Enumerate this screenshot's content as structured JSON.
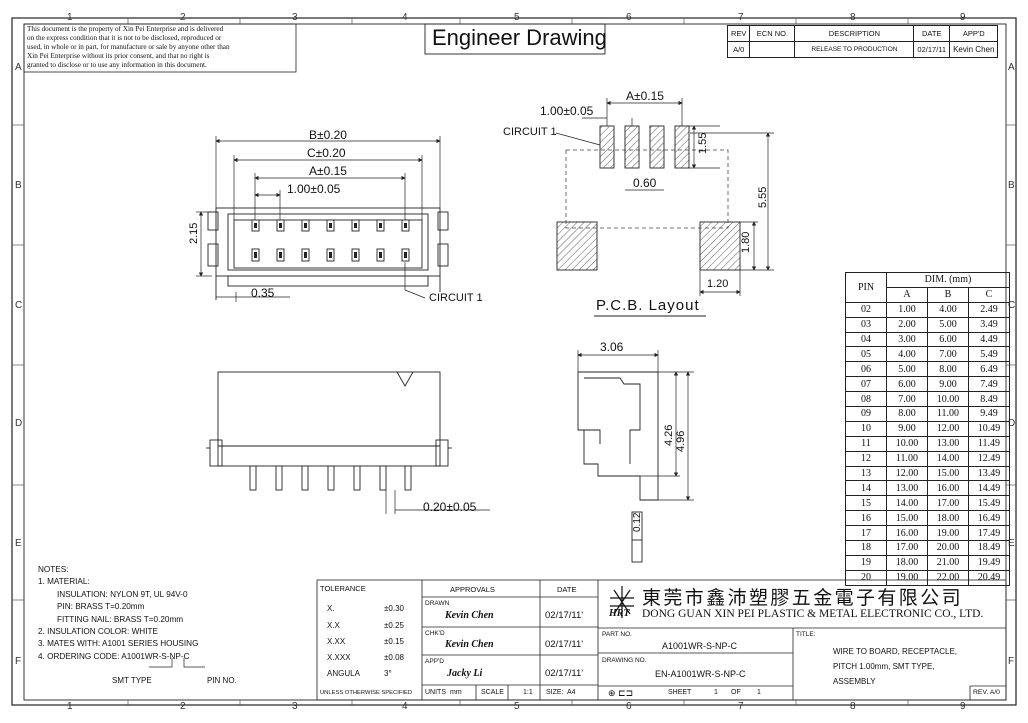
{
  "border": {
    "top_numbers": [
      "1",
      "2",
      "3",
      "4",
      "5",
      "6",
      "7",
      "8",
      "9"
    ],
    "bottom_numbers": [
      "1",
      "2",
      "3",
      "4",
      "5",
      "6",
      "7",
      "8",
      "9"
    ],
    "side_letters": [
      "A",
      "B",
      "C",
      "D",
      "E",
      "F"
    ]
  },
  "notice": {
    "line1": "This document is the property of Xin Pei Enterprise and is delivered",
    "line2": "on the express condition that it is not to be disclosed, reproduced or",
    "line3": "used, in whole or in part, for manufacture or sale by anyone other than",
    "line4": "Xin Pei Enterprise without its prior consent, and that no right is",
    "line5": "granted to disclose or to use any information in this document."
  },
  "title": "Engineer Drawing",
  "revision_table": {
    "headers": [
      "REV",
      "ECN NO.",
      "DESCRIPTION",
      "DATE",
      "APP'D"
    ],
    "row": [
      "A/0",
      "",
      "RELEASE TO PRODUCTION",
      "02/17/11",
      "Kevin Chen"
    ]
  },
  "front_view": {
    "dim_b": "B±0.20",
    "dim_c": "C±0.20",
    "dim_a": "A±0.15",
    "dim_pitch": "1.00±0.05",
    "dim_height": "2.15",
    "dim_offset": "0.35",
    "circuit_label": "CIRCUIT 1"
  },
  "pcb_layout": {
    "dim_a": "A±0.15",
    "dim_pitch": "1.00±0.05",
    "circuit_label": "CIRCUIT 1",
    "dim_pad_len": "1.55",
    "dim_pad_width": "0.60",
    "dim_total": "5.55",
    "dim_nail_h": "1.80",
    "dim_nail_w": "1.20",
    "caption": "P.C.B. Layout"
  },
  "bottom_view": {
    "dim_pin": "0.20±0.05"
  },
  "side_view": {
    "dim_depth": "3.06",
    "dim_h1": "4.26",
    "dim_h2": "4.96",
    "dim_pin_t": "0.12"
  },
  "dim_table": {
    "pin_header": "PIN",
    "dim_header": "DIM. (mm)",
    "col_headers": [
      "A",
      "B",
      "C"
    ],
    "rows": [
      [
        "02",
        "1.00",
        "4.00",
        "2.49"
      ],
      [
        "03",
        "2.00",
        "5.00",
        "3.49"
      ],
      [
        "04",
        "3.00",
        "6.00",
        "4.49"
      ],
      [
        "05",
        "4.00",
        "7.00",
        "5.49"
      ],
      [
        "06",
        "5.00",
        "8.00",
        "6.49"
      ],
      [
        "07",
        "6.00",
        "9.00",
        "7.49"
      ],
      [
        "08",
        "7.00",
        "10.00",
        "8.49"
      ],
      [
        "09",
        "8.00",
        "11.00",
        "9.49"
      ],
      [
        "10",
        "9.00",
        "12.00",
        "10.49"
      ],
      [
        "11",
        "10.00",
        "13.00",
        "11.49"
      ],
      [
        "12",
        "11.00",
        "14.00",
        "12.49"
      ],
      [
        "13",
        "12.00",
        "15.00",
        "13.49"
      ],
      [
        "14",
        "13.00",
        "16.00",
        "14.49"
      ],
      [
        "15",
        "14.00",
        "17.00",
        "15.49"
      ],
      [
        "16",
        "15.00",
        "18.00",
        "16.49"
      ],
      [
        "17",
        "16.00",
        "19.00",
        "17.49"
      ],
      [
        "18",
        "17.00",
        "20.00",
        "18.49"
      ],
      [
        "19",
        "18.00",
        "21.00",
        "19.49"
      ],
      [
        "20",
        "19.00",
        "22.00",
        "20.49"
      ]
    ]
  },
  "notes": {
    "heading": "NOTES:",
    "l1": "1. MATERIAL:",
    "l2": "INSULATION: NYLON 9T, UL 94V-0",
    "l3": "PIN: BRASS T=0.20mm",
    "l4": "FITTING NAIL: BRASS T=0.20mm",
    "l5": "2. INSULATION COLOR: WHITE",
    "l6": "3. MATES WITH: A1001 SERIES HOUSING",
    "l7": "4. ORDERING CODE: A1001WR-S-NP-C",
    "smt_type": "SMT TYPE",
    "pin_no": "PIN NO."
  },
  "tolerance": {
    "heading": "TOLERANCE",
    "rows": [
      [
        "X.",
        "±0.30"
      ],
      [
        "X.X",
        "±0.25"
      ],
      [
        "X.XX",
        "±0.15"
      ],
      [
        "X.XXX",
        "±0.08"
      ],
      [
        "ANGULA",
        "3°"
      ]
    ],
    "footer": "UNLESS OTHERWISE SPECIFIED"
  },
  "approvals": {
    "heading": "APPROVALS",
    "date_heading": "DATE",
    "drawn_label": "DRAWN",
    "drawn_name": "Kevin Chen",
    "drawn_date": "02/17/11'",
    "chkd_label": "CHK'D",
    "chkd_name": "Kevin Chen",
    "chkd_date": "02/17/11'",
    "appd_label": "APP'D",
    "appd_name": "Jacky Li",
    "appd_date": "02/17/11'",
    "units_label": "UNITS",
    "units": "mm",
    "scale_label": "SCALE",
    "scale": "1:1",
    "size_label": "SIZE:",
    "size": "A4"
  },
  "company": {
    "logo": "HRT",
    "name_cn": "東莞市鑫沛塑膠五金電子有限公司",
    "name_en": "DONG GUAN XIN PEI PLASTIC & METAL ELECTRONIC CO., LTD."
  },
  "title_block": {
    "part_label": "PART NO.",
    "part_no": "A1001WR-S-NP-C",
    "drawing_label": "DRAWING NO.",
    "drawing_no": "EN-A1001WR-S-NP-C",
    "sheet_label": "SHEET",
    "sheet": "1",
    "of_label": "OF",
    "of": "1",
    "title_label": "TITLE:",
    "title_l1": "WIRE TO BOARD, RECEPTACLE,",
    "title_l2": "PITCH 1.00mm, SMT TYPE,",
    "title_l3": "ASSEMBLY",
    "rev": "REV. A/0"
  }
}
